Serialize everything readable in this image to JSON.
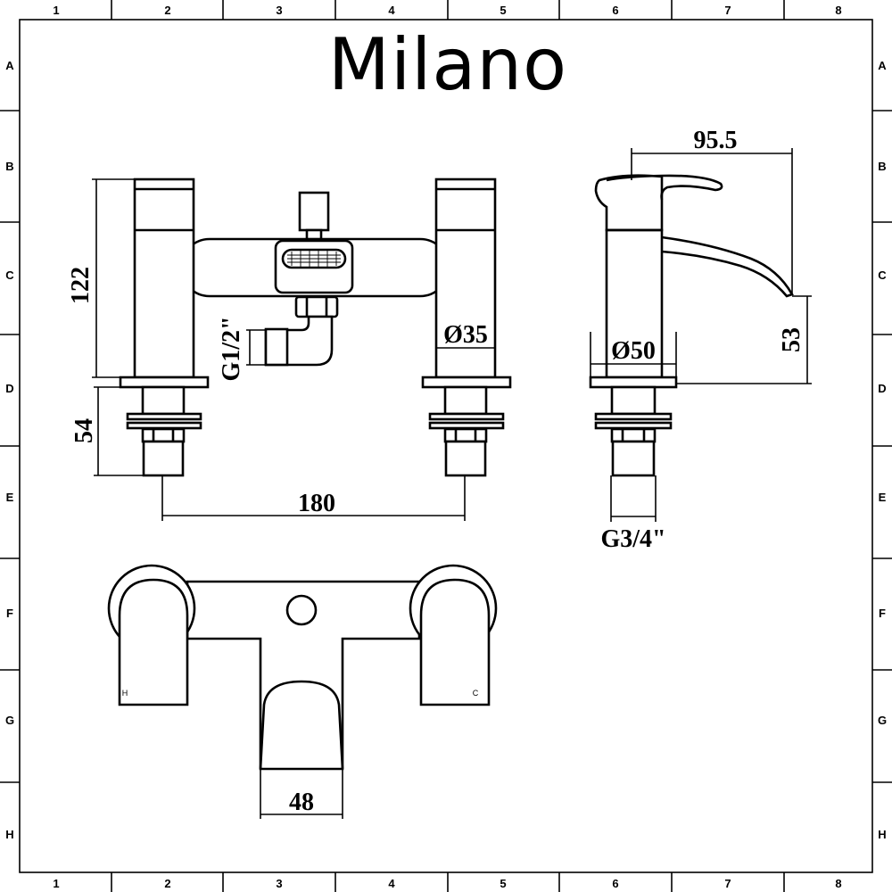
{
  "title": "Milano",
  "grid": {
    "columns": [
      "1",
      "2",
      "3",
      "4",
      "5",
      "6",
      "7",
      "8"
    ],
    "rows": [
      "A",
      "B",
      "C",
      "D",
      "E",
      "F",
      "G",
      "H"
    ]
  },
  "dimensions": {
    "height_overall": "122",
    "height_base": "54",
    "centres": "180",
    "inlet_thread": "G1/2\"",
    "body_dia": "Ø35",
    "spout_reach": "95.5",
    "spout_height": "53",
    "base_dia": "Ø50",
    "tail_thread": "G3/4\"",
    "spout_width": "48"
  },
  "handle_marks": {
    "hot": "H",
    "cold": "C"
  }
}
